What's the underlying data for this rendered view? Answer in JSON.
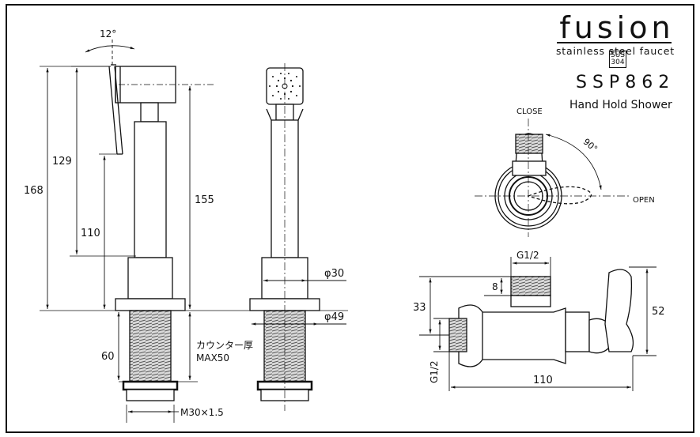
{
  "brand": {
    "name": "fusion",
    "badge_top": "SUS",
    "badge_bottom": "304",
    "tagline": "stainless steel faucet"
  },
  "product": {
    "model": "SSP862",
    "name": "Hand Hold Shower"
  },
  "side_view": {
    "angle": "12°",
    "dim_total_height": "168",
    "dim_head_height": "129",
    "dim_pipe_height": "110",
    "dim_thread_length": "60",
    "counter_label_1": "カウンター厚",
    "counter_label_2": "MAX50",
    "thread_size": "M30×1.5"
  },
  "front_view": {
    "dim_height": "155",
    "dim_dia_30": "φ30",
    "dim_dia_49": "φ49"
  },
  "valve_top": {
    "label_close": "CLOSE",
    "label_open": "OPEN",
    "angle": "90°"
  },
  "valve_side": {
    "g_top": "G1/2",
    "g_left": "G1/2",
    "dim_8": "8",
    "dim_33": "33",
    "dim_52": "52",
    "dim_110": "110"
  }
}
